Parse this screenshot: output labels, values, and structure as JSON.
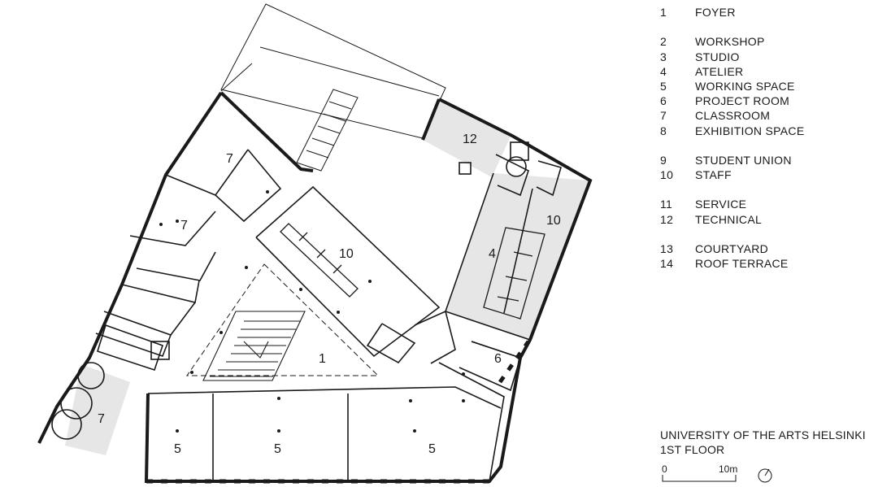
{
  "legend": {
    "groups": [
      [
        {
          "num": "1",
          "label": "FOYER"
        }
      ],
      [
        {
          "num": "2",
          "label": "WORKSHOP"
        },
        {
          "num": "3",
          "label": "STUDIO"
        },
        {
          "num": "4",
          "label": "ATELIER"
        },
        {
          "num": "5",
          "label": "WORKING SPACE"
        },
        {
          "num": "6",
          "label": "PROJECT ROOM"
        },
        {
          "num": "7",
          "label": "CLASSROOM"
        },
        {
          "num": "8",
          "label": "EXHIBITION SPACE"
        }
      ],
      [
        {
          "num": "9",
          "label": "STUDENT UNION"
        },
        {
          "num": "10",
          "label": "STAFF"
        }
      ],
      [
        {
          "num": "11",
          "label": "SERVICE"
        },
        {
          "num": "12",
          "label": "TECHNICAL"
        }
      ],
      [
        {
          "num": "13",
          "label": "COURTYARD"
        },
        {
          "num": "14",
          "label": "ROOF TERRACE"
        }
      ]
    ]
  },
  "caption": {
    "line1": "UNIVERSITY OF THE ARTS HELSINKI",
    "line2": "1ST FLOOR"
  },
  "scale": {
    "start": "0",
    "end": "10m"
  },
  "plan": {
    "room_labels": [
      "1",
      "4",
      "5",
      "5",
      "5",
      "6",
      "7",
      "7",
      "7",
      "10",
      "10",
      "12"
    ],
    "colors": {
      "line": "#1a1a1a",
      "tint": "#e6e6e6"
    }
  }
}
